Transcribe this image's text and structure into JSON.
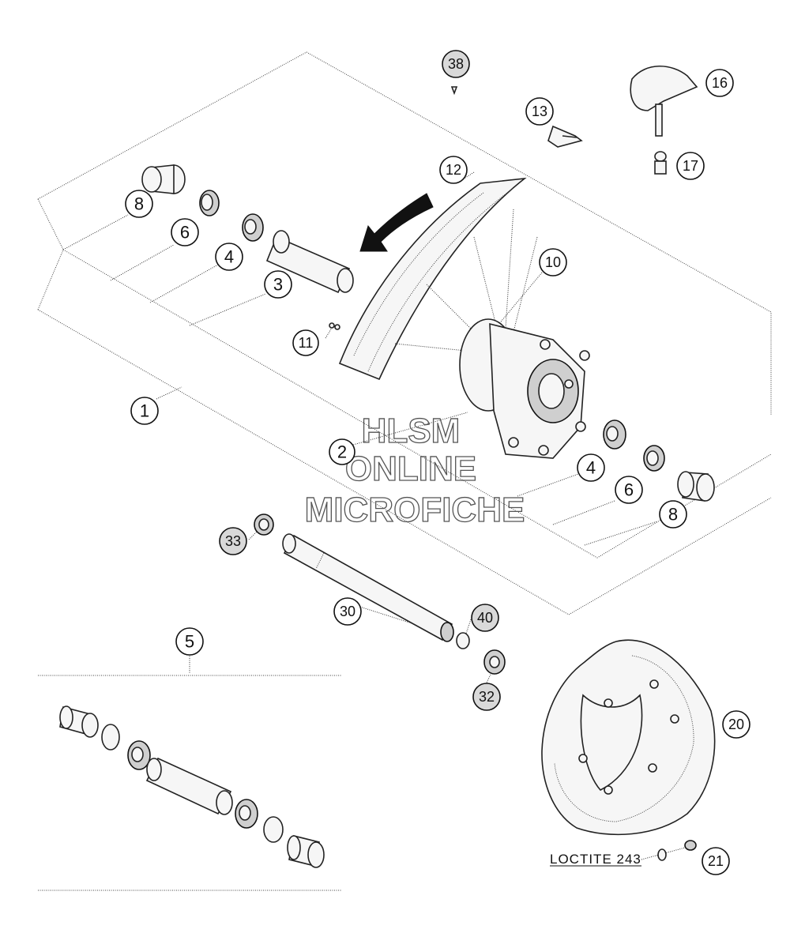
{
  "watermark": {
    "line1": "HLSM",
    "line2": "ONLINE",
    "line3": "MICROFICHE"
  },
  "note": "LOCTITE 243",
  "callouts": [
    {
      "id": "c1",
      "label": "1"
    },
    {
      "id": "c2",
      "label": "2"
    },
    {
      "id": "c3",
      "label": "3"
    },
    {
      "id": "c4a",
      "label": "4"
    },
    {
      "id": "c4b",
      "label": "4"
    },
    {
      "id": "c5",
      "label": "5"
    },
    {
      "id": "c6a",
      "label": "6"
    },
    {
      "id": "c6b",
      "label": "6"
    },
    {
      "id": "c8a",
      "label": "8"
    },
    {
      "id": "c8b",
      "label": "8"
    },
    {
      "id": "c10",
      "label": "10"
    },
    {
      "id": "c11",
      "label": "11"
    },
    {
      "id": "c12",
      "label": "12"
    },
    {
      "id": "c13",
      "label": "13"
    },
    {
      "id": "c16",
      "label": "16"
    },
    {
      "id": "c17",
      "label": "17"
    },
    {
      "id": "c20",
      "label": "20"
    },
    {
      "id": "c21",
      "label": "21"
    },
    {
      "id": "c30",
      "label": "30"
    },
    {
      "id": "c32",
      "label": "32"
    },
    {
      "id": "c33",
      "label": "33"
    },
    {
      "id": "c38",
      "label": "38"
    },
    {
      "id": "c40",
      "label": "40"
    }
  ]
}
